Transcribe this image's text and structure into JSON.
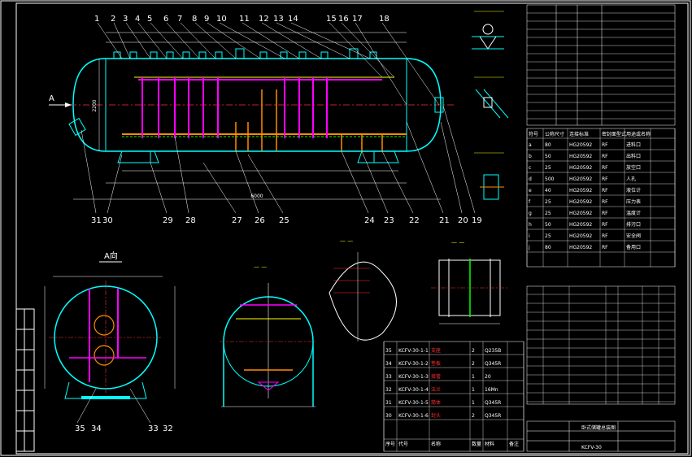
{
  "drawing": {
    "view_a_label": "A",
    "view_a_title": "A向",
    "balloons_top": [
      "1",
      "2",
      "3",
      "4",
      "5",
      "6",
      "7",
      "8",
      "9",
      "10",
      "11",
      "12",
      "13",
      "14",
      "15",
      "16",
      "17",
      "18"
    ],
    "balloons_bottom": [
      "31",
      "30",
      "29",
      "28",
      "27",
      "26",
      "25",
      "24",
      "23",
      "22",
      "21",
      "20",
      "19"
    ],
    "balloons_view_a": [
      "35",
      "34",
      "33",
      "32"
    ],
    "dimension_main": "6000",
    "dimension_small": "2200",
    "colors": {
      "background": "#000000",
      "vessel": "#00ffff",
      "pipe_magenta": "#ff00ff",
      "pipe_orange": "#ff8c00",
      "annotation_white": "#ffffff",
      "red_text": "#ff3030",
      "green": "#00ff00",
      "yellow": "#ffff00"
    }
  },
  "title_block": {
    "drawing_no": "KCFV-30",
    "name": "卧式储罐总装图"
  },
  "nozzle_table": {
    "header": [
      "符号",
      "公称尺寸",
      "连接标准",
      "密封面型式",
      "用途或名称"
    ],
    "rows": [
      [
        "a",
        "80",
        "HG20592",
        "RF",
        "进料口"
      ],
      [
        "b",
        "50",
        "HG20592",
        "RF",
        "出料口"
      ],
      [
        "c",
        "25",
        "HG20592",
        "RF",
        "放空口"
      ],
      [
        "d",
        "500",
        "HG20592",
        "RF",
        "人孔"
      ],
      [
        "e",
        "40",
        "HG20592",
        "RF",
        "液位计"
      ],
      [
        "f",
        "25",
        "HG20592",
        "RF",
        "压力表"
      ],
      [
        "g",
        "25",
        "HG20592",
        "RF",
        "温度计"
      ],
      [
        "h",
        "50",
        "HG20592",
        "RF",
        "排污口"
      ],
      [
        "i",
        "25",
        "HG20592",
        "RF",
        "安全阀"
      ],
      [
        "j",
        "80",
        "HG20592",
        "RF",
        "备用口"
      ]
    ]
  },
  "parts_list": {
    "header": [
      "序号",
      "代号",
      "名称",
      "数量",
      "材料",
      "备注"
    ],
    "rows": [
      [
        "35",
        "KCFV-30-1-1",
        "支座",
        "2",
        "Q235B",
        ""
      ],
      [
        "34",
        "KCFV-30-1-2",
        "垫板",
        "2",
        "Q345R",
        ""
      ],
      [
        "33",
        "KCFV-30-1-3",
        "接管",
        "1",
        "20",
        ""
      ],
      [
        "32",
        "KCFV-30-1-4",
        "法兰",
        "1",
        "16Mn",
        ""
      ],
      [
        "31",
        "KCFV-30-1-5",
        "筒体",
        "1",
        "Q345R",
        ""
      ],
      [
        "30",
        "KCFV-30-1-6",
        "封头",
        "2",
        "Q345R",
        ""
      ]
    ]
  }
}
